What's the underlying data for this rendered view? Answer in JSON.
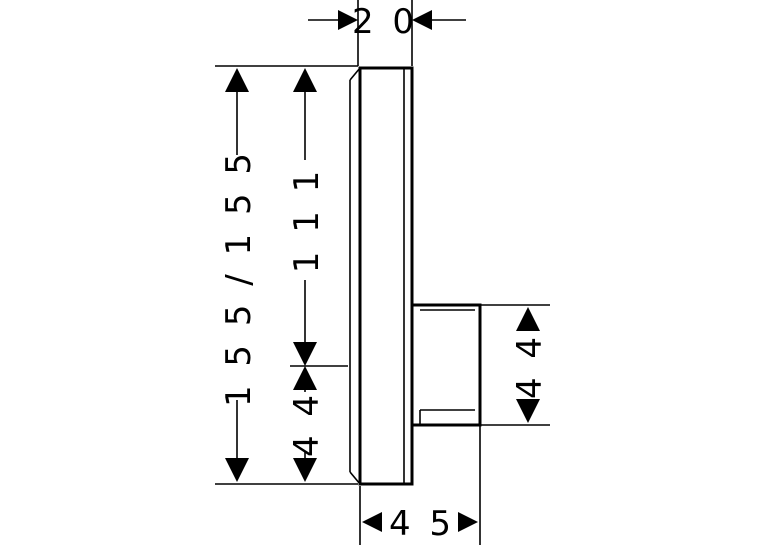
{
  "drawing": {
    "dimensions": {
      "top_width": "2 0",
      "total_height": "1 5 5  /  1 5 5",
      "upper_height": "1 1 1",
      "lower_height_left": "4 4",
      "lower_height_right": "4 4",
      "bottom_width": "4 5"
    }
  }
}
